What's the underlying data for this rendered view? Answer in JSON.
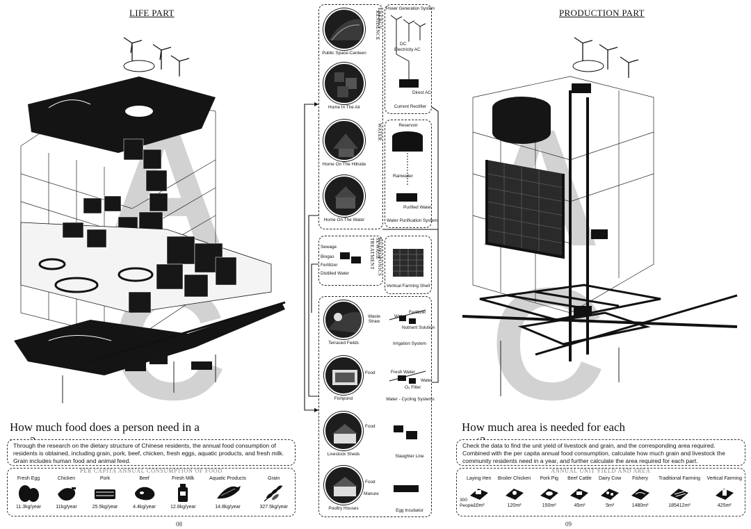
{
  "left": {
    "section_title": "LIFE PART",
    "question": "How much food does a person need in a year?",
    "paragraph": "Through the research on the dietary structure of Chinese residents, the annual food consumption of residents is obtained, including grain, pork, beef, chicken, fresh eggs, aquatic products, and fresh milk. Grain includes human food and animal feed.",
    "table_caption": "PER CAPITA ANNUAL CONSUMPTION OF FOOD",
    "items": [
      {
        "name": "Fresh Egg",
        "value": "11.3kg/year",
        "icon": "egg-icon"
      },
      {
        "name": "Chicken",
        "value": "11kg/year",
        "icon": "chicken-icon"
      },
      {
        "name": "Pork",
        "value": "25.5kg/year",
        "icon": "pork-icon"
      },
      {
        "name": "Beef",
        "value": "4.4kg/year",
        "icon": "beef-icon"
      },
      {
        "name": "Fresh Milk",
        "value": "12.8kg/year",
        "icon": "milk-icon"
      },
      {
        "name": "Aquatic Products",
        "value": "14.8kg/year",
        "icon": "fish-icon"
      },
      {
        "name": "Grain",
        "value": "327.5kg/year",
        "icon": "grain-icon"
      }
    ],
    "page_number": "08"
  },
  "right": {
    "section_title": "PRODUCTION PART",
    "question": "How much area is needed for each part?",
    "paragraph": "Check the data to find the unit yield of livestock and grain, and the corresponding area required. Combined with the per capita annual food consumption, calculate how much grain and livestock the community residents need in a year, and further calculate the area required for each part.",
    "table_caption": "ANNUAL UNIT YIELD AND AREA",
    "people_label": "300 People :",
    "items": [
      {
        "name": "Laying Hen",
        "value": "10m²",
        "icon": "laying-hen-icon"
      },
      {
        "name": "Broiler Chicken",
        "value": "120m²",
        "icon": "broiler-icon"
      },
      {
        "name": "Pork Pig",
        "value": "150m²",
        "icon": "pig-icon"
      },
      {
        "name": "Beef Cattle",
        "value": "45m²",
        "icon": "cattle-icon"
      },
      {
        "name": "Dairy Cow",
        "value": "5m²",
        "icon": "dairy-cow-icon"
      },
      {
        "name": "Fishery",
        "value": "1480m²",
        "icon": "fishery-icon"
      },
      {
        "name": "Traditional Farming",
        "value": "185412m²",
        "icon": "farming-icon"
      },
      {
        "name": "Vertical Farming",
        "value": "425m²",
        "icon": "vertical-farming-icon"
      }
    ],
    "page_number": "09"
  },
  "center": {
    "residence_label": "RESIDENCE",
    "residences": [
      "Public Space-Canteen",
      "Home In The Air",
      "Home On The Hillside",
      "Home On The Water"
    ],
    "energy_label": "ENERGY",
    "energy_title": "Power Generation System",
    "energy_notes": [
      "DC",
      "Electricity AC",
      "Direct AC",
      "Current Rectifier"
    ],
    "water_label": "WATER",
    "water_title": "Reservoir",
    "water_notes": [
      "Rainwater",
      "Purified Water",
      "Water Purification System"
    ],
    "sewage_label": "SEWAGE TREATMENT",
    "sewage_notes": [
      "Sewage",
      "Biogas",
      "Fertilizer",
      "Distilled Water"
    ],
    "hydroponics_label": "HYDROPONICS",
    "vertical_shell": "Vertical Farming Shell",
    "production_items": [
      "Terraced Fields",
      "Fishpond",
      "Livestock Sheds",
      "Poultry Houses"
    ],
    "production_side": [
      "Irrigation System",
      "Water - Cycling Systems",
      "Slaughter Line",
      "Egg Incubator"
    ],
    "side_notes": [
      "Water",
      "Fertilizer",
      "Nutrient Solution",
      "Fresh Water",
      "O₂ Filter",
      "Water",
      "Food",
      "Food",
      "Food",
      "Manure",
      "Waste Straw"
    ]
  },
  "watermark_letters": [
    "A",
    "C",
    "A",
    "C"
  ]
}
